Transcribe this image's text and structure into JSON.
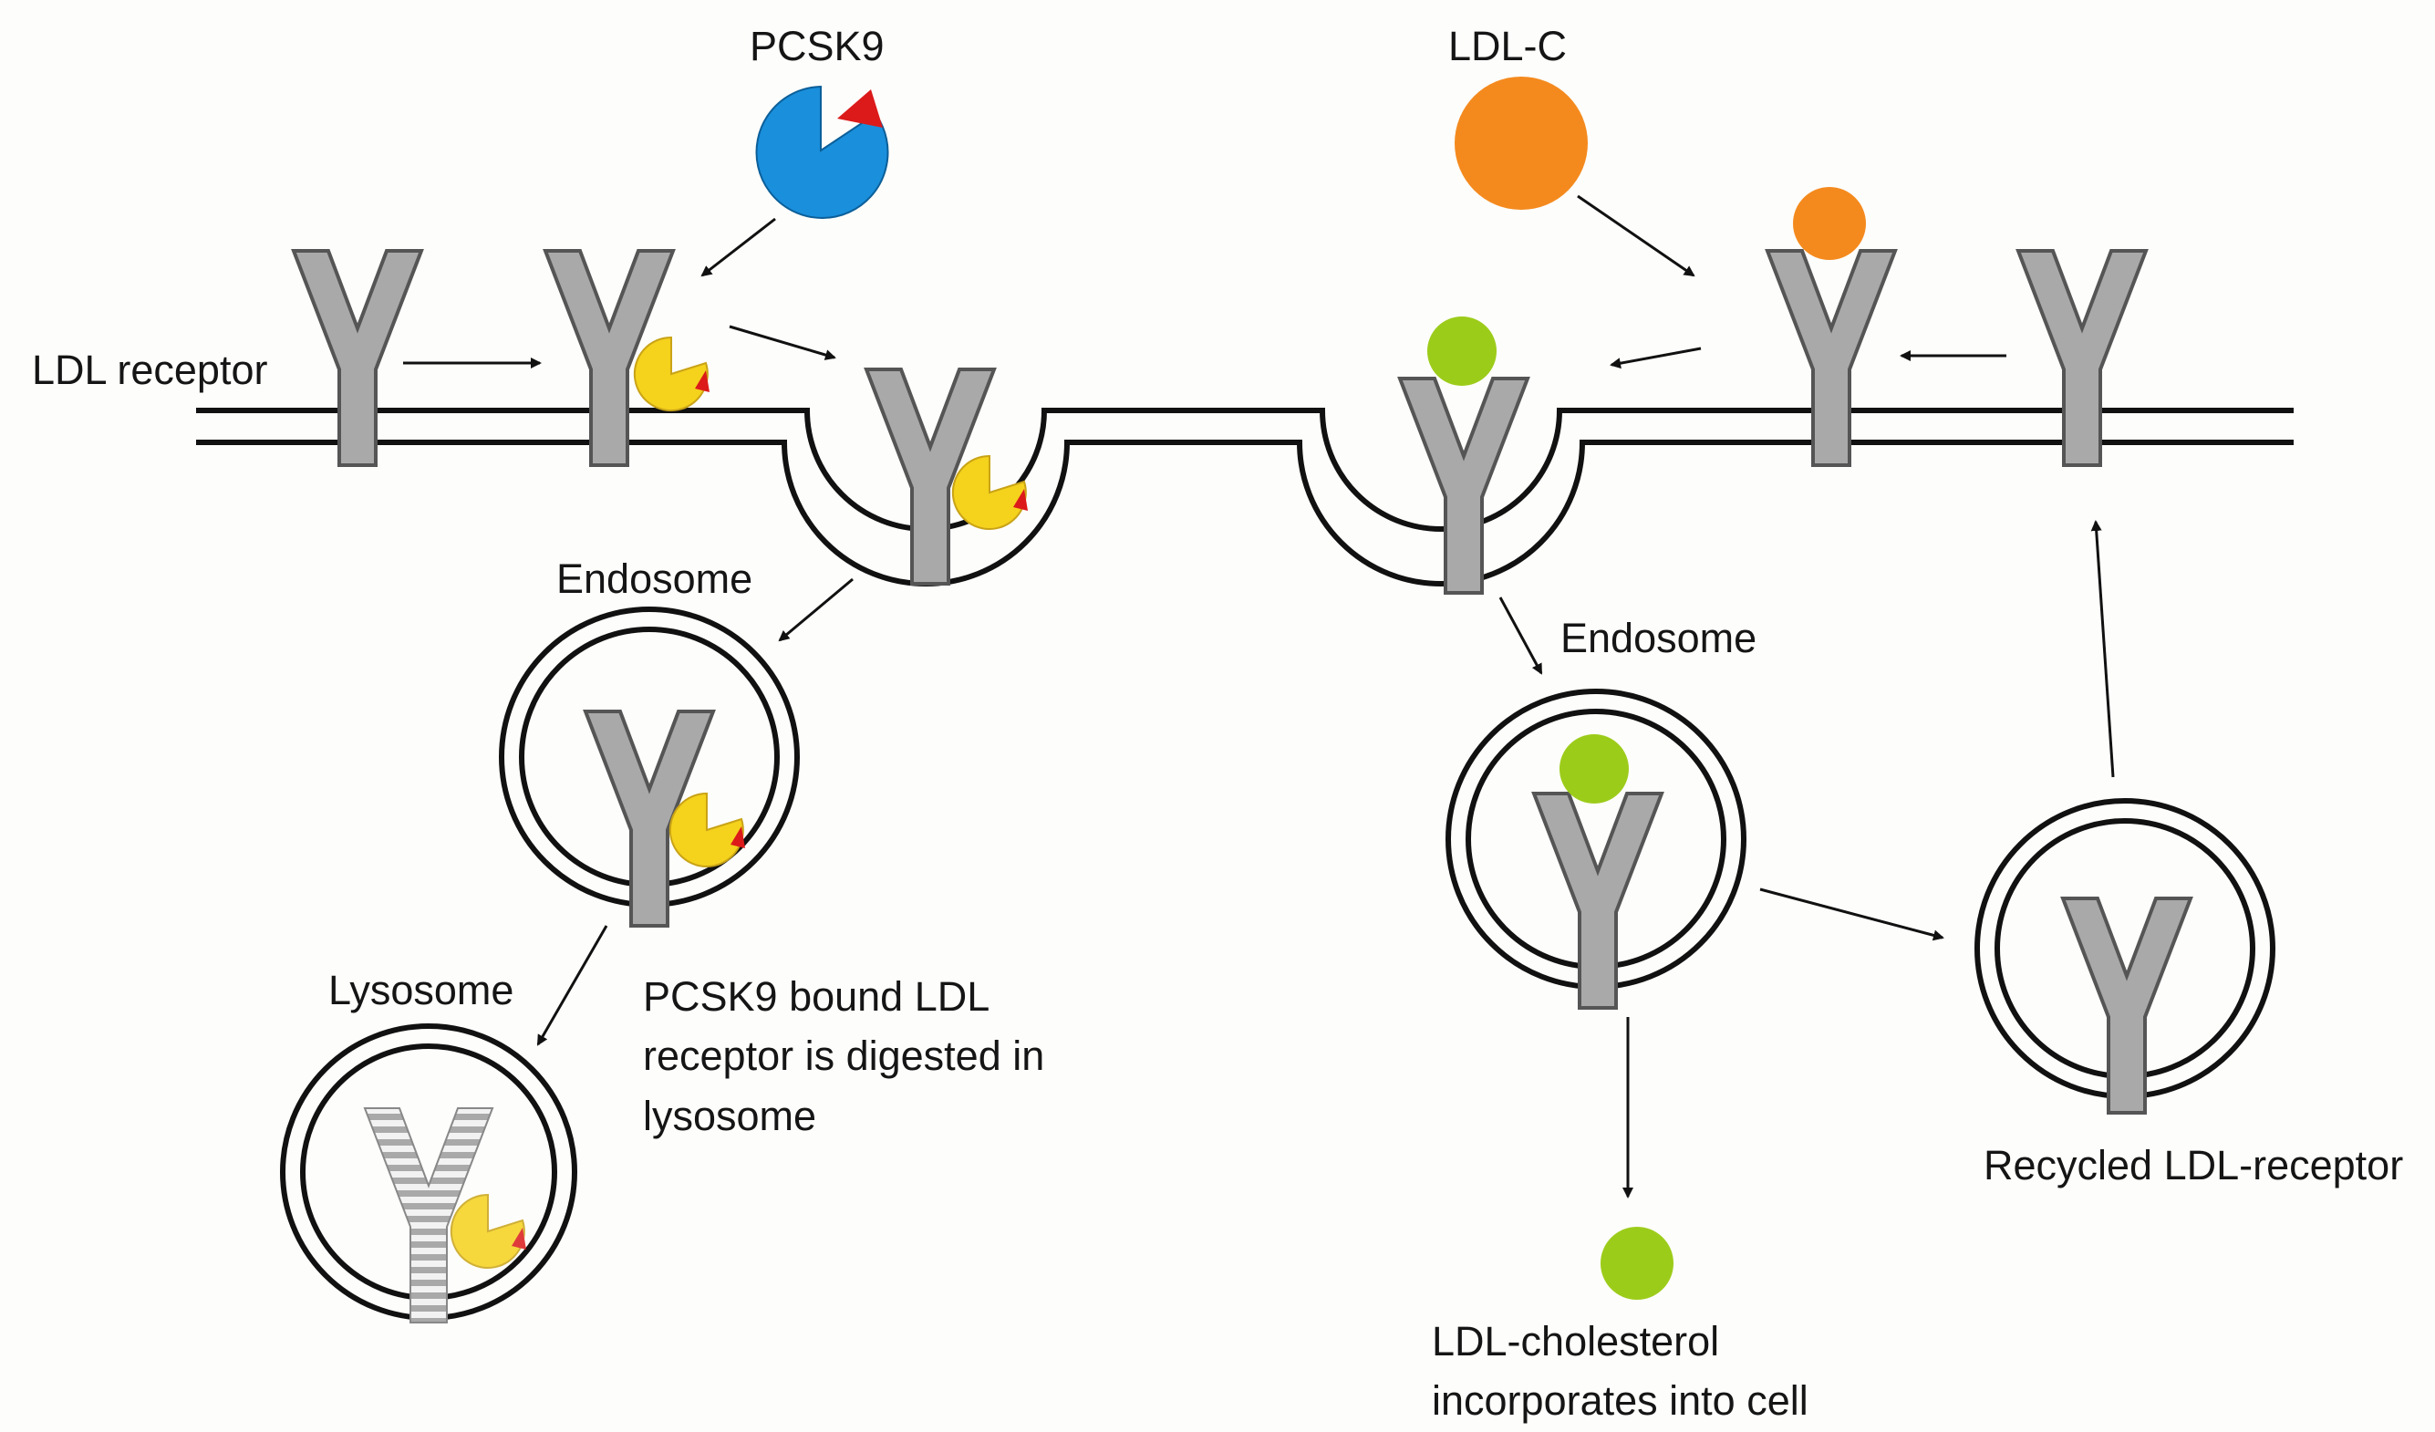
{
  "labels": {
    "pcsk9": "PCSK9",
    "ldl_c": "LDL-C",
    "ldl_receptor": "LDL receptor",
    "endosome_left": "Endosome",
    "endosome_right": "Endosome",
    "lysosome": "Lysosome",
    "digest_line1": "PCSK9 bound LDL",
    "digest_line2": "receptor is digested in",
    "digest_line3": "lysosome",
    "recycled": "Recycled LDL-receptor",
    "chol_line1": "LDL-cholesterol",
    "chol_line2": "incorporates into cell"
  },
  "colors": {
    "receptor": "#a9a9a9",
    "pcsk9": "#1a8fdc",
    "pcsk9_bound": "#f5d21c",
    "marker": "#dc1a1a",
    "ldl_particle": "#f48a1e",
    "cholesterol": "#9ccc1a",
    "line": "#111111"
  }
}
